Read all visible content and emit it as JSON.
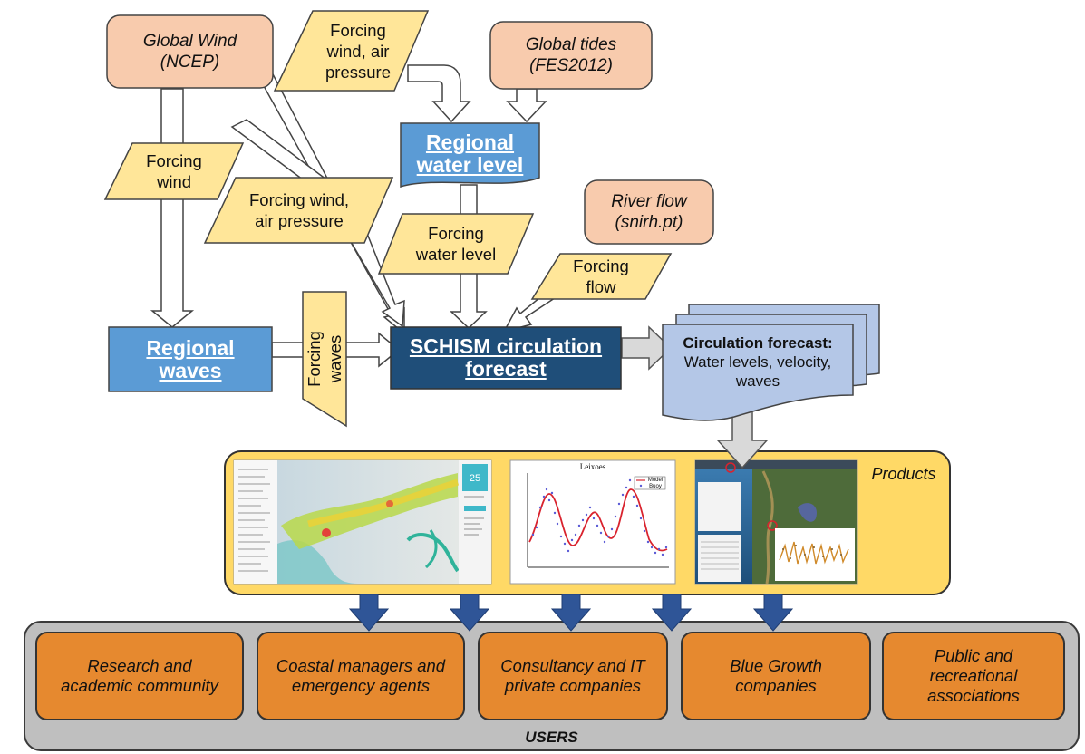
{
  "sources": {
    "global_wind": [
      "Global Wind",
      "(NCEP)"
    ],
    "global_tides": [
      "Global tides",
      "(FES2012)"
    ],
    "river_flow": [
      "River flow",
      "(snirh.pt)"
    ]
  },
  "forcings": {
    "top_wind_pressure": [
      "Forcing",
      "wind, air",
      "pressure"
    ],
    "wind": [
      "Forcing",
      "wind"
    ],
    "wind_pressure": [
      "Forcing wind,",
      "air pressure"
    ],
    "water_level": [
      "Forcing",
      "water level"
    ],
    "flow": [
      "Forcing",
      "flow"
    ],
    "waves": [
      "Forcing",
      "waves"
    ]
  },
  "models": {
    "regional_water_level": [
      "Regional",
      "water level"
    ],
    "regional_waves": [
      "Regional",
      "waves"
    ],
    "schism": [
      "SCHISM circulation",
      "forecast"
    ]
  },
  "output": {
    "title": "Circulation forecast:",
    "lines": [
      "Water levels, velocity,",
      "waves"
    ]
  },
  "products": {
    "title": "Products",
    "chart_title": "Leixoes",
    "legend": [
      "Model",
      "Buoy"
    ]
  },
  "users": {
    "title": "USERS",
    "groups": [
      [
        "Research and",
        "academic community"
      ],
      [
        "Coastal managers and",
        "emergency agents"
      ],
      [
        "Consultancy and IT",
        "private companies"
      ],
      [
        "Blue Growth",
        "companies"
      ],
      [
        "Public and",
        "recreational",
        "associations"
      ]
    ]
  },
  "colors": {
    "source_fill": "#f8cbad",
    "forcing_fill": "#ffe699",
    "model_light": "#5b9bd5",
    "model_dark": "#1f4e79",
    "output_fill": "#b4c7e7",
    "products_fill": "#ffd966",
    "users_fill": "#bfbfbf",
    "user_fill": "#e6892f",
    "arrow_dark": "#2f5597"
  }
}
